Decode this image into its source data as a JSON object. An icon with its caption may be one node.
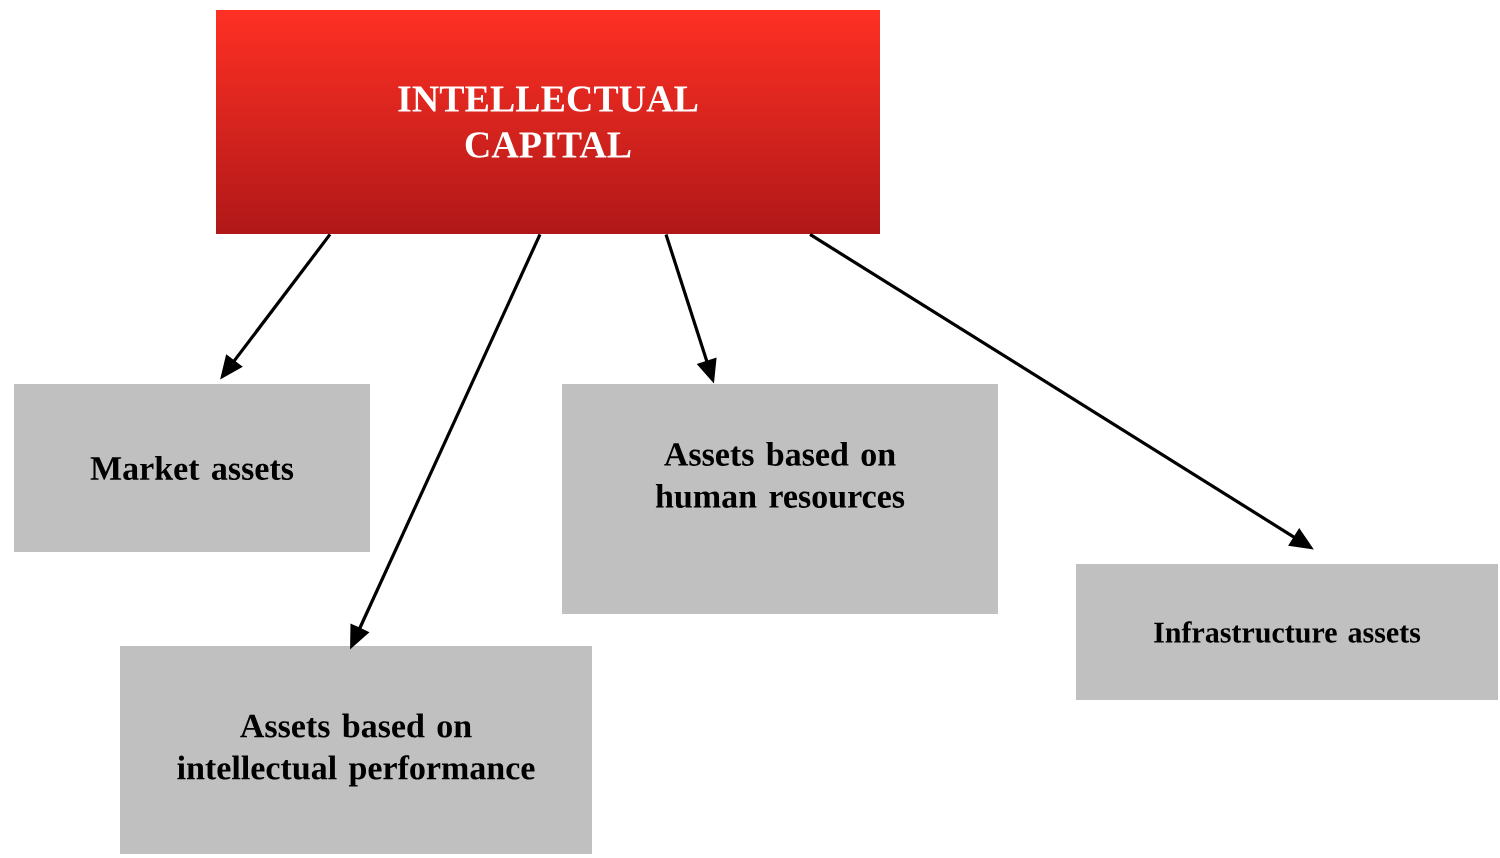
{
  "diagram": {
    "nodes": [
      {
        "text": [
          "INTELLECTUAL CAPITAL"
        ]
      },
      {
        "text": [
          "Market assets"
        ]
      },
      {
        "text": [
          "Assets based on intellectual performance"
        ]
      },
      {
        "text": [
          "Assets based on human resources"
        ]
      },
      {
        "text": [
          "Infrastructure assets"
        ]
      }
    ],
    "edges": [
      {
        "from": 0,
        "to": 1,
        "arrow": "to"
      },
      {
        "from": 0,
        "to": 2,
        "arrow": "to"
      },
      {
        "from": 0,
        "to": 3,
        "arrow": "to"
      },
      {
        "from": 0,
        "to": 4,
        "arrow": "to"
      }
    ]
  }
}
